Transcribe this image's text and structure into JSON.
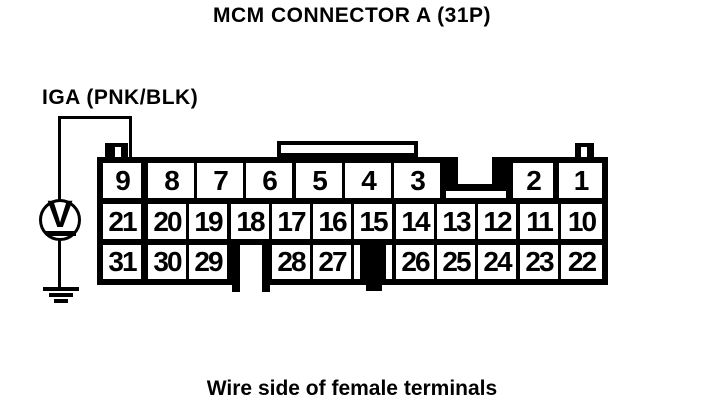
{
  "title": "MCM CONNECTOR A (31P)",
  "signal_label": "IGA (PNK/BLK)",
  "caption": "Wire side of female terminals",
  "voltmeter": {
    "letter": "V"
  },
  "connector": {
    "top_row": [
      "9",
      "8",
      "7",
      "6",
      "5",
      "4",
      "3",
      "2",
      "1"
    ],
    "middle_row": [
      "21",
      "20",
      "19",
      "18",
      "17",
      "16",
      "15",
      "14",
      "13",
      "12",
      "11",
      "10"
    ],
    "bottom_row": [
      "31",
      "30",
      "29",
      "28",
      "27",
      "26",
      "25",
      "24",
      "23",
      "22"
    ]
  },
  "colors": {
    "ink": "#000000",
    "background": "#ffffff"
  }
}
